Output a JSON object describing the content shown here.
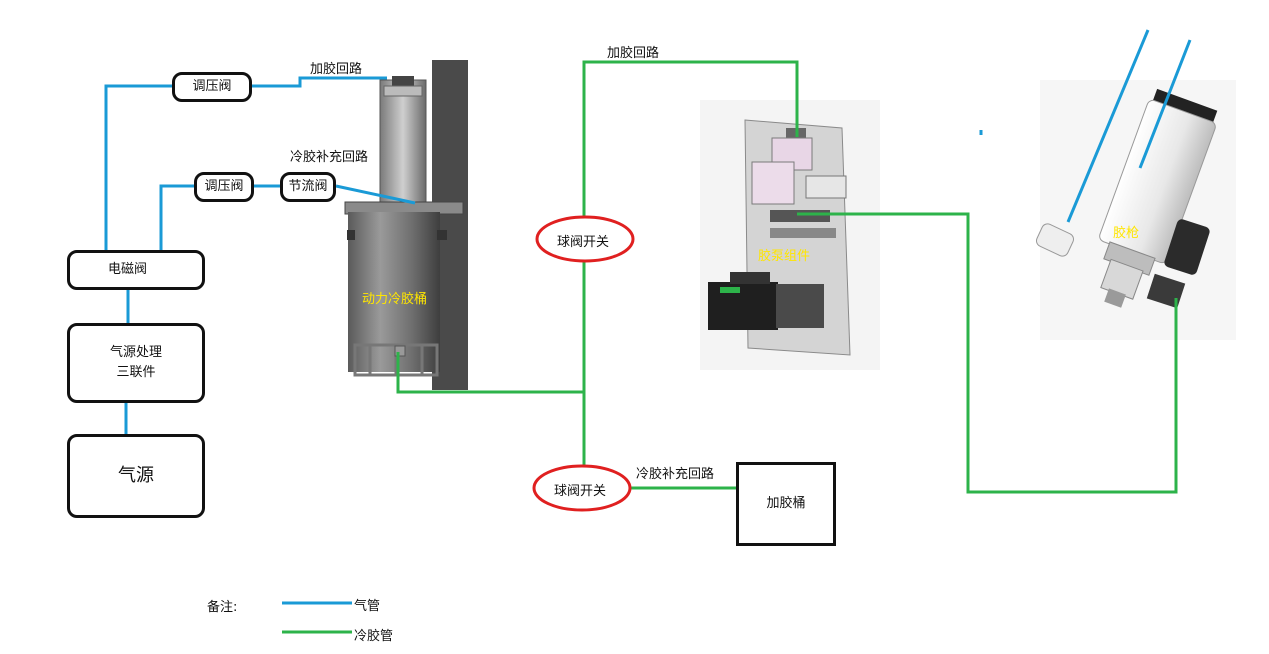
{
  "components": {
    "air_source": "气源",
    "air_treatment_line1": "气源处理",
    "air_treatment_line2": "三联件",
    "solenoid_valve": "电磁阀",
    "regulator_top": "调压阀",
    "regulator_mid": "调压阀",
    "throttle_valve": "节流阀",
    "ball_valve_top": "球阀开关",
    "ball_valve_bottom": "球阀开关",
    "glue_add_tank": "加胶桶"
  },
  "labels": {
    "glue_add_circuit_left": "加胶回路",
    "glue_add_circuit_right": "加胶回路",
    "cold_glue_refill_circuit_top": "冷胶补充回路",
    "cold_glue_refill_circuit_bottom": "冷胶补充回路",
    "power_tank": "动力冷胶桶",
    "pump_assembly": "胶泵组件",
    "glue_gun": "胶枪"
  },
  "legend": {
    "title": "备注:",
    "items": [
      {
        "label": "气管",
        "color": "#1a9ad6"
      },
      {
        "label": "冷胶管",
        "color": "#2db34a"
      }
    ]
  },
  "colors": {
    "air_pipe": "#1a9ad6",
    "glue_pipe": "#2db34a",
    "ball_valve_outline": "#e02020",
    "photo_label": "#ffe600"
  }
}
